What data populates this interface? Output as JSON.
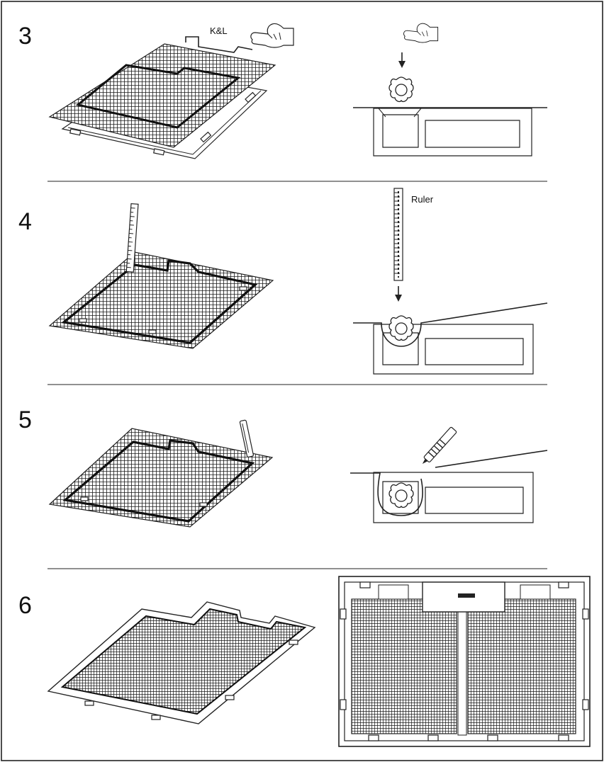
{
  "steps": [
    {
      "number": "3",
      "label": "K&L"
    },
    {
      "number": "4",
      "label": "Ruler"
    },
    {
      "number": "5"
    },
    {
      "number": "6"
    }
  ],
  "colors": {
    "ink": "#222222",
    "paper": "#ffffff",
    "mesh": "#1a1a1a"
  },
  "icons": [
    "hand-pointer-icon",
    "spline-roller-icon",
    "ruler-icon",
    "utility-knife-icon",
    "down-arrow-icon"
  ]
}
